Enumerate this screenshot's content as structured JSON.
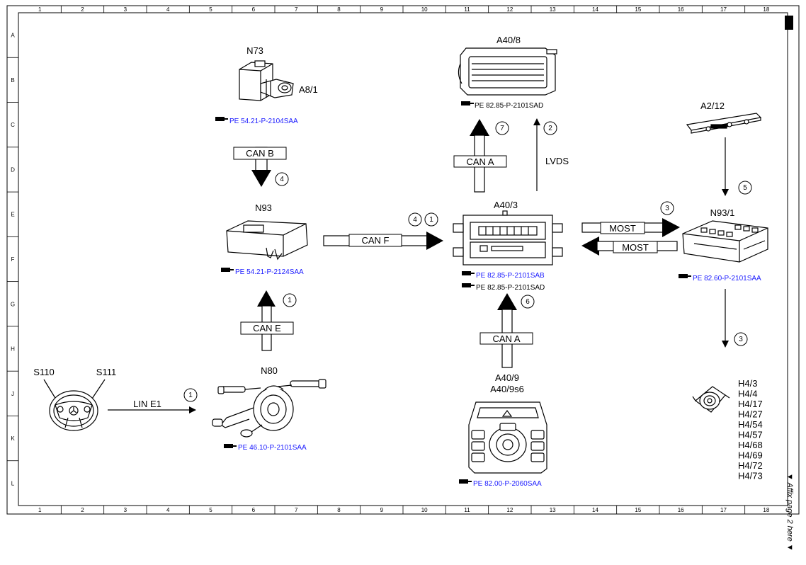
{
  "grid": {
    "columns": [
      "1",
      "2",
      "3",
      "4",
      "5",
      "6",
      "7",
      "8",
      "9",
      "10",
      "11",
      "12",
      "13",
      "14",
      "15",
      "16",
      "17",
      "18"
    ],
    "rows": [
      "A",
      "B",
      "C",
      "D",
      "E",
      "F",
      "G",
      "H",
      "J",
      "K",
      "L"
    ]
  },
  "components": {
    "n73": "N73",
    "a8_1": "A8/1",
    "n93": "N93",
    "n80": "N80",
    "s110": "S110",
    "s111": "S111",
    "a40_8": "A40/8",
    "a40_3": "A40/3",
    "a40_9": "A40/9",
    "a40_9s6": "A40/9s6",
    "a2_12": "A2/12",
    "n93_1": "N93/1",
    "speakers": [
      "H4/3",
      "H4/4",
      "H4/17",
      "H4/27",
      "H4/54",
      "H4/57",
      "H4/68",
      "H4/69",
      "H4/72",
      "H4/73"
    ]
  },
  "refs": {
    "n73": "PE 54.21-P-2104SAA",
    "a40_8": "PE 82.85-P-2101SAD",
    "n93": "PE 54.21-P-2124SAA",
    "a40_3_a": "PE 82.85-P-2101SAB",
    "a40_3_b": "PE 82.85-P-2101SAD",
    "n93_1": "PE 82.60-P-2101SAA",
    "n80": "PE 46.10-P-2101SAA",
    "a40_9": "PE 82.00-P-2060SAA"
  },
  "buses": {
    "can_b": "CAN B",
    "can_f": "CAN F",
    "can_a_top": "CAN A",
    "can_a_bottom": "CAN A",
    "can_e": "CAN E",
    "lvds": "LVDS",
    "lin_e1": "LIN E1",
    "most_out": "MOST",
    "most_in": "MOST"
  },
  "steps": {
    "can_b": "4",
    "can_f_a": "4",
    "can_f_b": "1",
    "can_a_top": "7",
    "lvds": "2",
    "a2_12": "5",
    "most": "3",
    "can_e": "1",
    "can_a_bottom": "6",
    "speakers": "3",
    "lin": "1"
  },
  "side_note": "▼ Affix page 2 here ▼"
}
